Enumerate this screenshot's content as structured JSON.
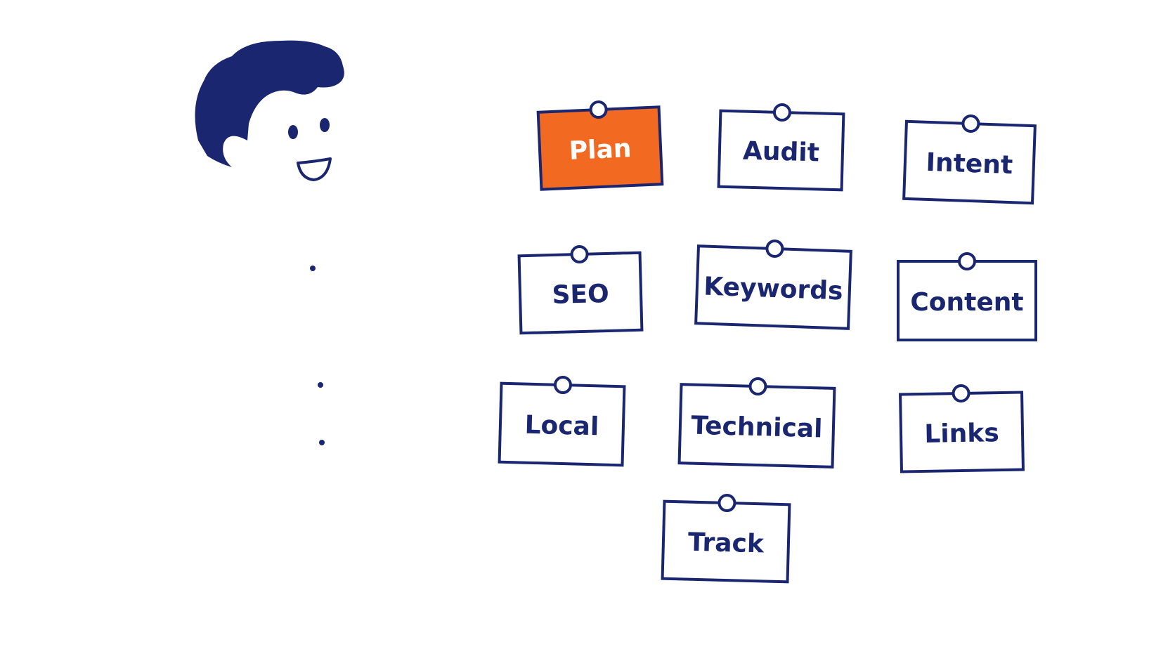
{
  "colors": {
    "ink": "#1a2670",
    "accent": "#f26a21",
    "paper": "#ffffff",
    "accent_text": "#ffffff"
  },
  "board": {
    "cards": [
      {
        "label": "Plan",
        "highlighted": true
      },
      {
        "label": "Audit",
        "highlighted": false
      },
      {
        "label": "Intent",
        "highlighted": false
      },
      {
        "label": "SEO",
        "highlighted": false
      },
      {
        "label": "Keywords",
        "highlighted": false
      },
      {
        "label": "Content",
        "highlighted": false
      },
      {
        "label": "Local",
        "highlighted": false
      },
      {
        "label": "Technical",
        "highlighted": false
      },
      {
        "label": "Links",
        "highlighted": false
      },
      {
        "label": "Track",
        "highlighted": false
      }
    ]
  }
}
